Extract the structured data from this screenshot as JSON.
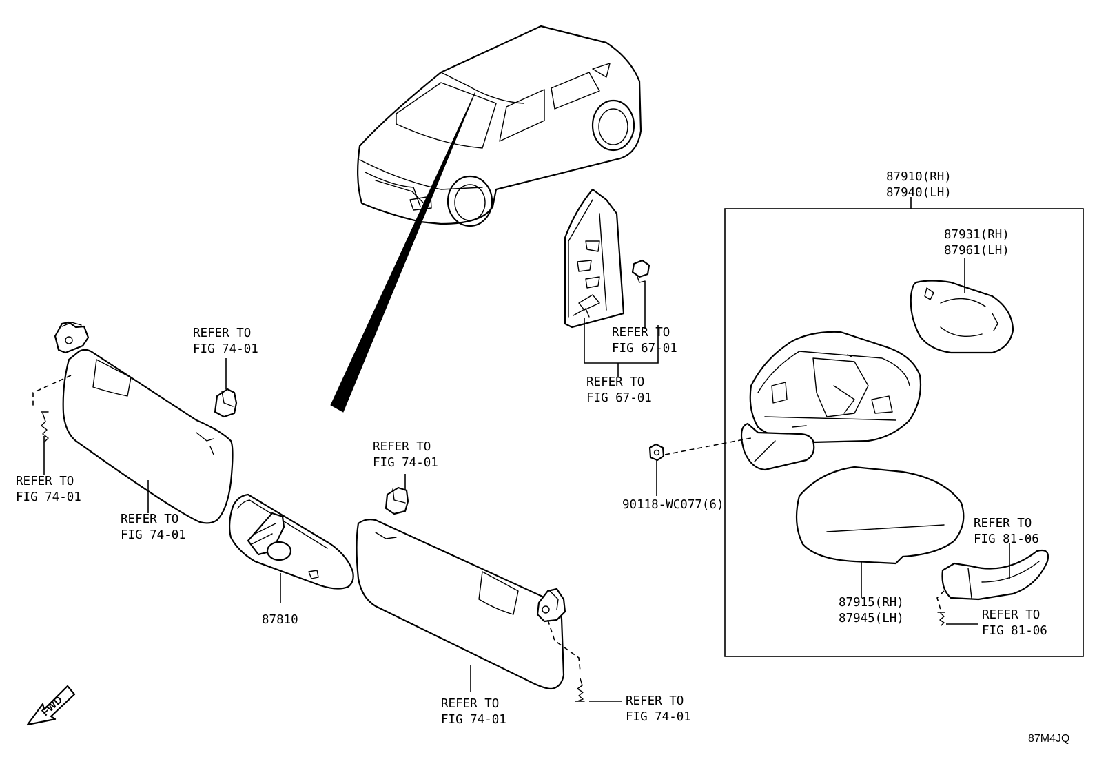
{
  "labels": {
    "refer_sunvisor_left_clip": [
      "REFER TO",
      "FIG 74-01"
    ],
    "refer_screw_left": [
      "REFER TO",
      "FIG 74-01"
    ],
    "refer_sunvisor_left": [
      "REFER TO",
      "FIG 74-01"
    ],
    "rear_view_mirror": "87810",
    "refer_sunvisor_right_clip": [
      "REFER TO",
      "FIG 74-01"
    ],
    "refer_sunvisor_right": [
      "REFER TO",
      "FIG 74-01"
    ],
    "refer_screw_right": [
      "REFER TO",
      "FIG 74-01"
    ],
    "refer_cover_clip": [
      "REFER TO",
      "FIG 67-01"
    ],
    "refer_cover": [
      "REFER TO",
      "FIG 67-01"
    ],
    "nut": "90118-WC077(6)",
    "outer_mirror_assy": [
      "87910(RH)",
      "87940(LH)"
    ],
    "mirror_glass": [
      "87931(RH)",
      "87961(LH)"
    ],
    "mirror_cover": [
      "87915(RH)",
      "87945(LH)"
    ],
    "refer_turn_lamp": [
      "REFER TO",
      "FIG 81-06"
    ],
    "refer_turn_screw": [
      "REFER TO",
      "FIG 81-06"
    ],
    "fwd": "FWD",
    "diagram_code": "87M4JQ"
  }
}
